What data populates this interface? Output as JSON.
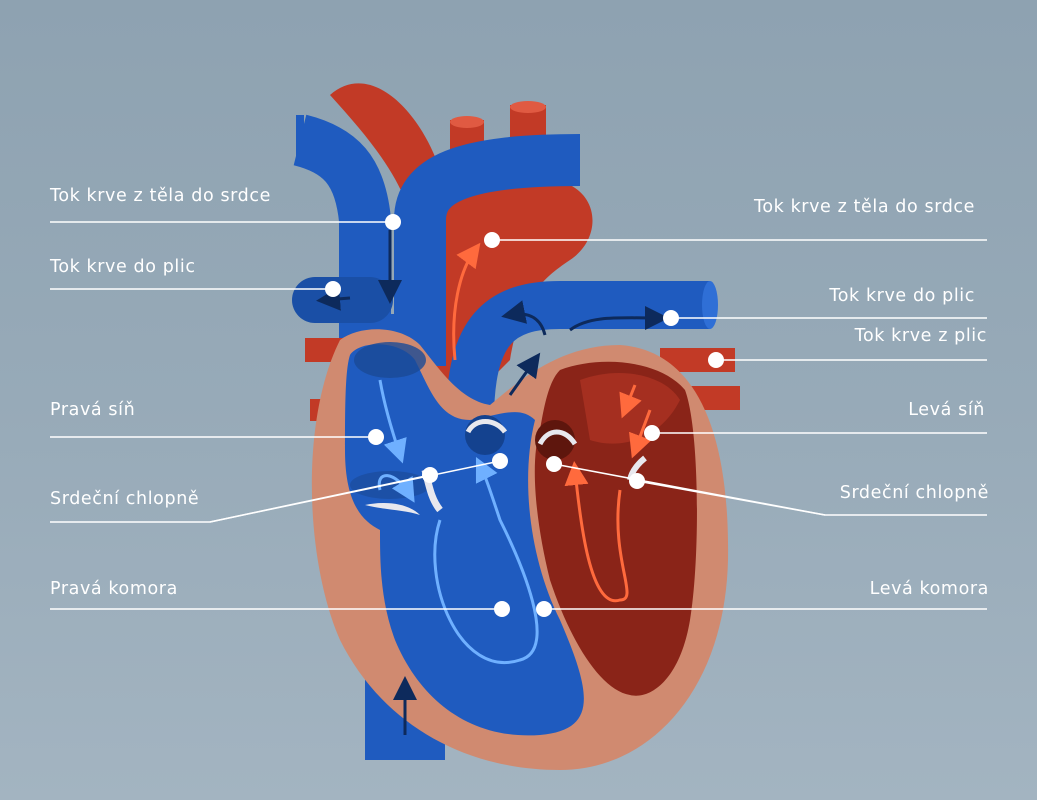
{
  "title": "Heart blood flow diagram",
  "colors": {
    "deoxygenated": "#1f5bbf",
    "oxygenated": "#c23a26",
    "heart_wall": "#d08a70",
    "left_interior": "#8a2418",
    "leader_line": "#ffffff"
  },
  "labels_left": [
    {
      "text": "Tok krve z těla do srdce"
    },
    {
      "text": "Tok krve do plic"
    },
    {
      "text": "Pravá síň"
    },
    {
      "text": "Srdeční chlopně"
    },
    {
      "text": "Pravá komora"
    }
  ],
  "labels_right": [
    {
      "text": "Tok krve z těla do srdce"
    },
    {
      "text": "Tok krve do plic"
    },
    {
      "text": "Tok krve z plic"
    },
    {
      "text": "Levá síň"
    },
    {
      "text": "Srdeční chlopně"
    },
    {
      "text": "Levá komora"
    }
  ]
}
